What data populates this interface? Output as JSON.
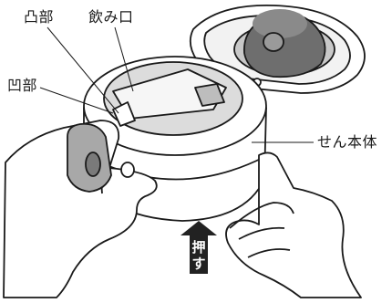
{
  "labels": {
    "convex": "凸部",
    "drink_spout": "飲み口",
    "concave": "凹部",
    "stopper_body": "せん本体"
  },
  "press_arrow": {
    "line1": "押",
    "line2": "す"
  },
  "colors": {
    "outline": "#1a1a1a",
    "body_fill": "#ffffff",
    "gray_dark": "#6e6e6e",
    "gray_mid": "#a8a8a8",
    "gray_light": "#d9d9d9",
    "arrow": "#222222"
  }
}
